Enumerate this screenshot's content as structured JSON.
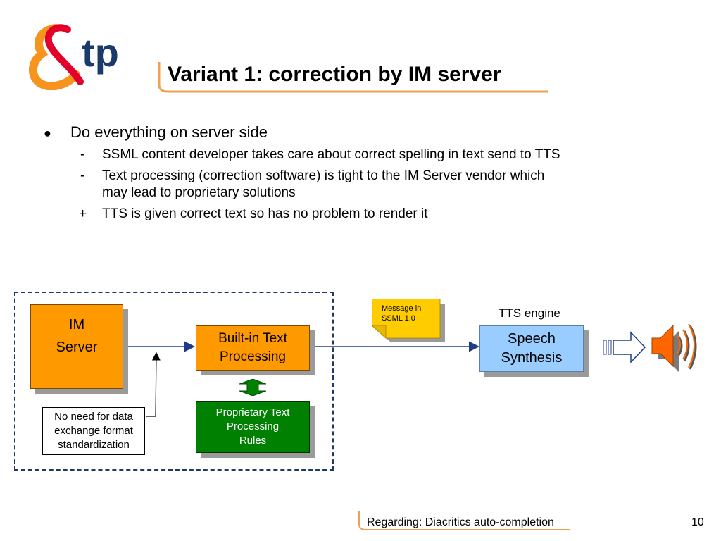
{
  "slide": {
    "title": "Variant 1: correction by IM server",
    "logo_text": "tp"
  },
  "bullets": {
    "main": {
      "marker": "●",
      "text": "Do everything on server side"
    },
    "subs": [
      {
        "marker": "-",
        "lines": [
          "SSML content developer takes care about correct spelling in text send to TTS"
        ]
      },
      {
        "marker": "-",
        "lines": [
          "Text processing (correction software) is tight to the IM Server vendor which",
          "may lead to proprietary solutions"
        ]
      },
      {
        "marker": "+",
        "lines": [
          "TTS is given correct text so has no problem to render it"
        ]
      }
    ]
  },
  "diagram": {
    "im_server": {
      "line1": "IM",
      "line2": "Server"
    },
    "builtin": {
      "line1": "Built-in Text",
      "line2": "Processing"
    },
    "proprietary": {
      "line1": "Proprietary Text",
      "line2": "Processing",
      "line3": "Rules"
    },
    "note": {
      "line1": "No need for data",
      "line2": "exchange format",
      "line3": "standardization"
    },
    "message": {
      "line1": "Message in",
      "line2": "SSML 1.0"
    },
    "tts_label": "TTS engine",
    "speech": {
      "line1": "Speech",
      "line2": "Synthesis"
    }
  },
  "colors": {
    "orange": "#ff9900",
    "green": "#008000",
    "light_blue": "#99ccff",
    "note_yellow": "#ffcc00",
    "dashed_blue": "#1f3864",
    "arrow_blue": "#1f3c88",
    "logo_red": "#e4002b",
    "logo_orange": "#f7941d",
    "logo_navy": "#1a3a6b"
  },
  "footer": {
    "text": "Regarding: Diacritics auto-completion",
    "page_number": "10"
  }
}
